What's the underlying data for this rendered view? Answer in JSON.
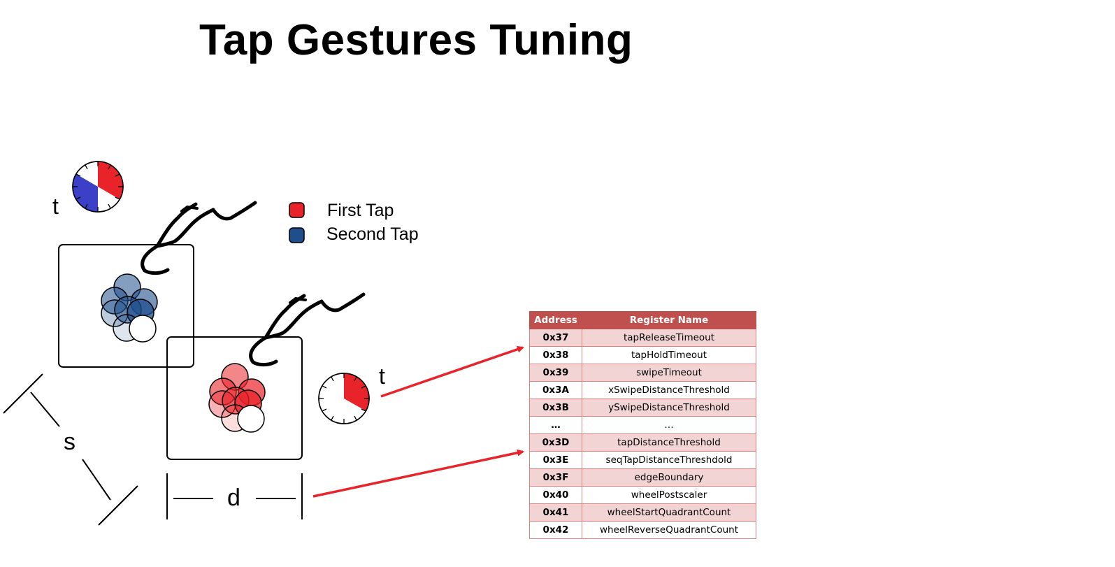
{
  "title": "Tap Gestures Tuning",
  "legend": {
    "first_tap": "First Tap",
    "second_tap": "Second Tap",
    "first_color": "#e8242a",
    "second_color": "#1f4e8c"
  },
  "labels": {
    "time_top": "t",
    "time_right": "t",
    "spacing": "s",
    "distance": "d"
  },
  "table": {
    "headers": [
      "Address",
      "Register Name"
    ],
    "rows": [
      {
        "address": "0x37",
        "name": "tapReleaseTimeout"
      },
      {
        "address": "0x38",
        "name": "tapHoldTimeout"
      },
      {
        "address": "0x39",
        "name": "swipeTimeout"
      },
      {
        "address": "0x3A",
        "name": "xSwipeDistanceThreshold"
      },
      {
        "address": "0x3B",
        "name": "ySwipeDistanceThreshold"
      },
      {
        "address": "…",
        "name": "…"
      },
      {
        "address": "0x3D",
        "name": "tapDistanceThreshold"
      },
      {
        "address": "0x3E",
        "name": "seqTapDistanceThreshdold"
      },
      {
        "address": "0x3F",
        "name": "edgeBoundary"
      },
      {
        "address": "0x40",
        "name": "wheelPostscaler"
      },
      {
        "address": "0x41",
        "name": "wheelStartQuadrantCount"
      },
      {
        "address": "0x42",
        "name": "wheelReverseQuadrantCount"
      }
    ]
  },
  "colors": {
    "header": "#c0504d",
    "row_alt": "#f2d4d4",
    "arrow": "#e8242a",
    "clock_red": "#e8242a",
    "clock_blue": "#3c3fc8"
  }
}
